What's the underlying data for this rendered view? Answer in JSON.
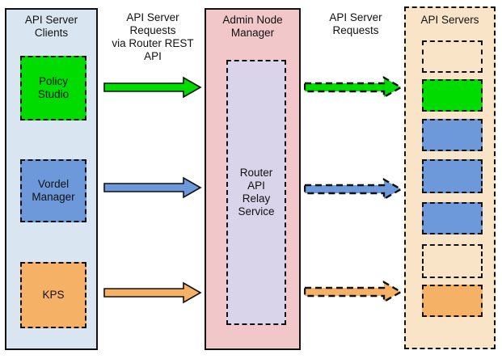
{
  "colors": {
    "panel_blue": "#D9E6F2",
    "green": "#00DB00",
    "blue": "#6D99DB",
    "orange": "#F5B266",
    "pink": "#F2C7CA",
    "lavender": "#D9D4EA",
    "peach": "#F9E4C8",
    "border": "#111111"
  },
  "left_panel": {
    "title": "API Server\nClients",
    "items": [
      {
        "label": "Policy\nStudio",
        "color": "green"
      },
      {
        "label": "Vordel\nManager",
        "color": "blue"
      },
      {
        "label": "KPS",
        "color": "orange"
      }
    ]
  },
  "flow_labels": {
    "left": "API Server\nRequests\nvia Router REST\nAPI",
    "right": "API Server\nRequests"
  },
  "middle_panel": {
    "title": "Admin Node\nManager",
    "relay": "Router\nAPI\nRelay\nService"
  },
  "right_panel": {
    "title": "API Servers",
    "servers": [
      "peach",
      "green",
      "blue",
      "blue",
      "blue",
      "peach",
      "orange"
    ]
  }
}
